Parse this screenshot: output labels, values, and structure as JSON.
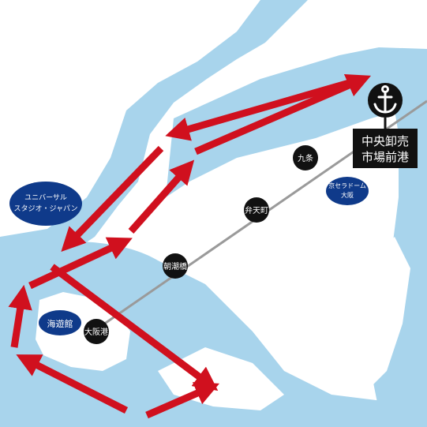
{
  "colors": {
    "water": "#a8d4ec",
    "land": "#ffffff",
    "route": "#d0101e",
    "rail": "#9a9a9a",
    "station": "#111111",
    "landmark": "#0f3a8a"
  },
  "destination": {
    "line1": "中央卸売",
    "line2": "市場前港",
    "icon": "anchor-icon"
  },
  "stations": [
    {
      "name": "九条"
    },
    {
      "name": "弁天町"
    },
    {
      "name": "朝潮橋"
    },
    {
      "name": "大阪港"
    }
  ],
  "landmarks": {
    "usj": {
      "line1": "ユニバーサル",
      "line2": "スタジオ・ジャパン"
    },
    "kaiyukan": {
      "label": "海遊館"
    },
    "dome": {
      "line1": "京セラドーム",
      "line2": "大阪"
    }
  }
}
